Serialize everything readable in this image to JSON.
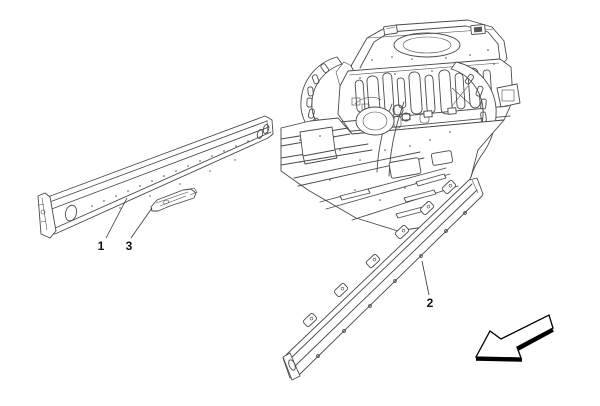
{
  "diagram": {
    "background_color": "#ffffff",
    "line_color": "#4a4a4a",
    "label_color": "#111111",
    "arrow_color": "#000000",
    "callouts": [
      {
        "label": "1"
      },
      {
        "label": "2"
      },
      {
        "label": "3"
      }
    ],
    "icons": [
      {
        "name": "direction-arrow"
      }
    ]
  }
}
